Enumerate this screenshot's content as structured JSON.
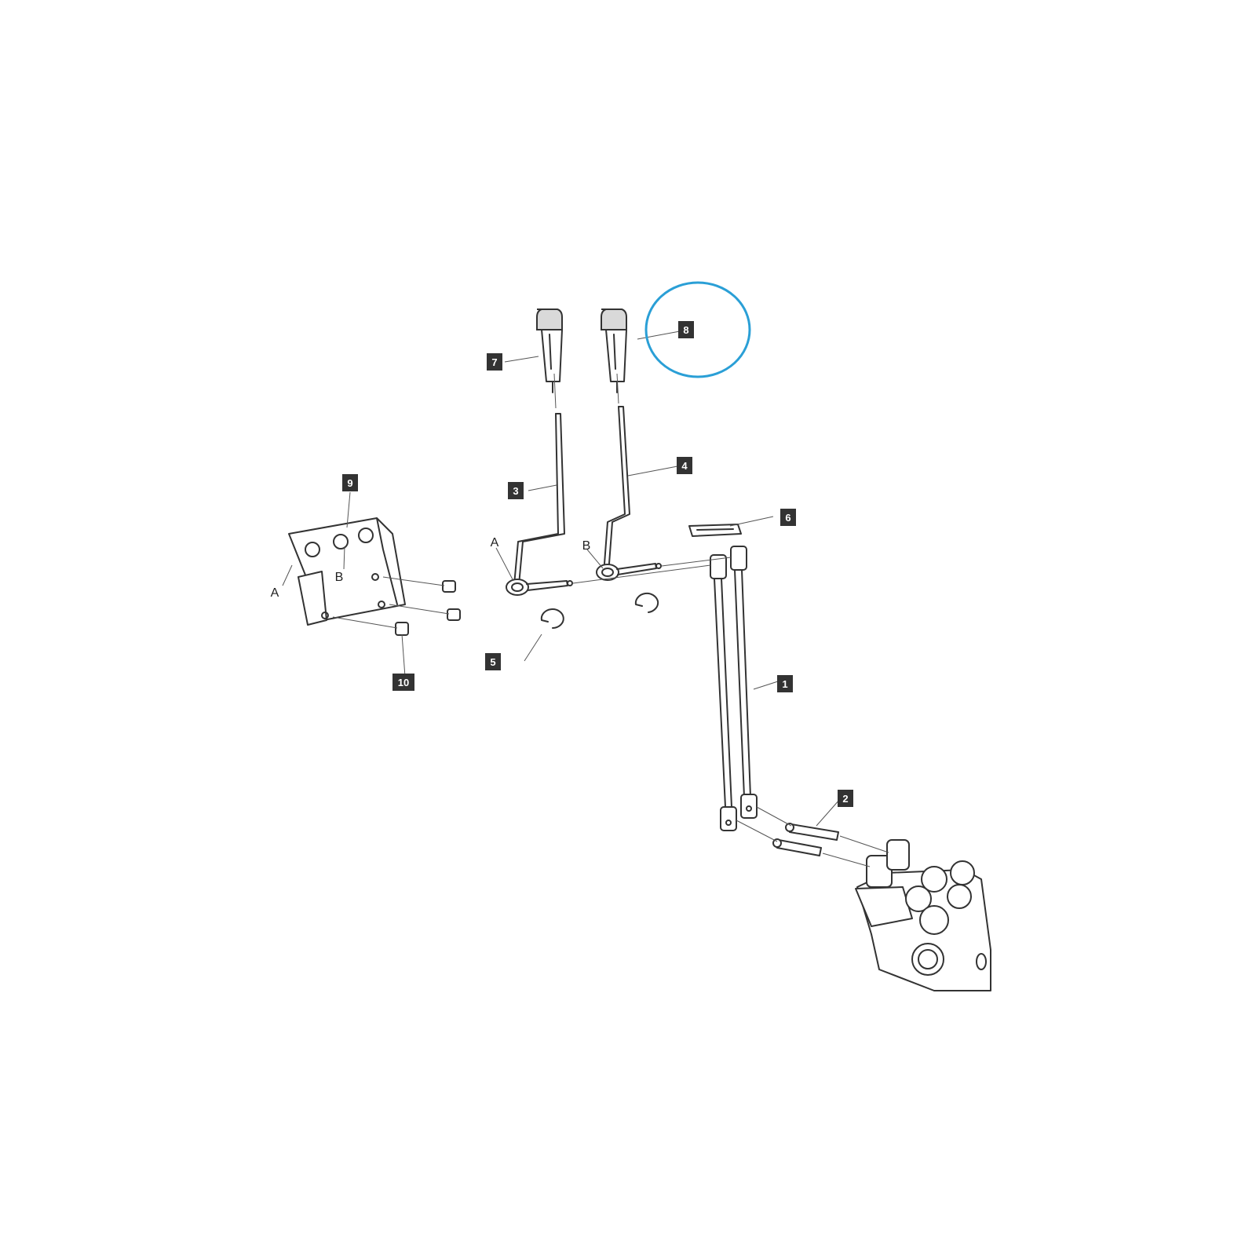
{
  "highlight_color": "#2a9fd6",
  "callouts": {
    "c1": "1",
    "c2": "2",
    "c3": "3",
    "c4": "4",
    "c5": "5",
    "c6": "6",
    "c7": "7",
    "c8": "8",
    "c9": "9",
    "c10": "10"
  },
  "letters": {
    "plate_a": "A",
    "plate_b": "B",
    "lever_a": "A",
    "lever_b": "B"
  }
}
